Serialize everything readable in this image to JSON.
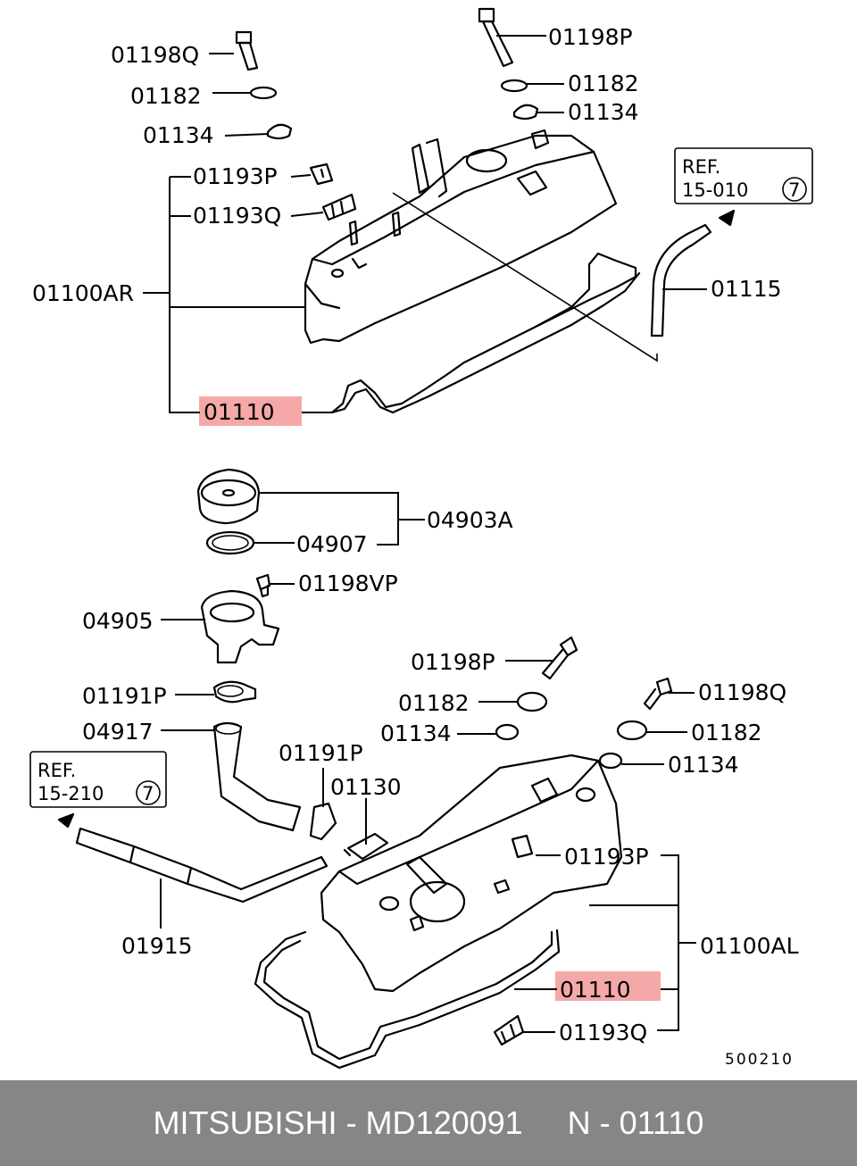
{
  "diagram": {
    "labels": {
      "top_01198q": "01198Q",
      "top_01182_l": "01182",
      "top_01134_l": "01134",
      "top_01198p": "01198P",
      "top_01182_r": "01182",
      "top_01134_r": "01134",
      "top_01193p": "01193P",
      "top_01193q": "01193Q",
      "top_01100ar": "01100AR",
      "top_01110": "01110",
      "top_01115": "01115",
      "ref_top_line1": "REF.",
      "ref_top_line2": "15-010",
      "ref_top_circle": "7",
      "mid_04903a": "04903A",
      "mid_04907": "04907",
      "mid_01198vp": "01198VP",
      "mid_04905": "04905",
      "mid_01191p_l": "01191P",
      "mid_04917": "04917",
      "ref_bot_line1": "REF.",
      "ref_bot_line2": "15-210",
      "ref_bot_circle": "7",
      "bot_01191p": "01191P",
      "bot_01130": "01130",
      "bot_01915": "01915",
      "bot_01198p": "01198P",
      "bot_01182_l": "01182",
      "bot_01134_l": "01134",
      "bot_01198q": "01198Q",
      "bot_01182_r": "01182",
      "bot_01134_r": "01134",
      "bot_01193p": "01193P",
      "bot_01100al": "01100AL",
      "bot_01110": "01110",
      "bot_01193q": "01193Q",
      "drawing_code": "500210"
    },
    "highlight_color": "#f28b8b"
  },
  "footer": {
    "text": "MITSUBISHI - MD120091     N - 01110",
    "background": "#868686"
  }
}
